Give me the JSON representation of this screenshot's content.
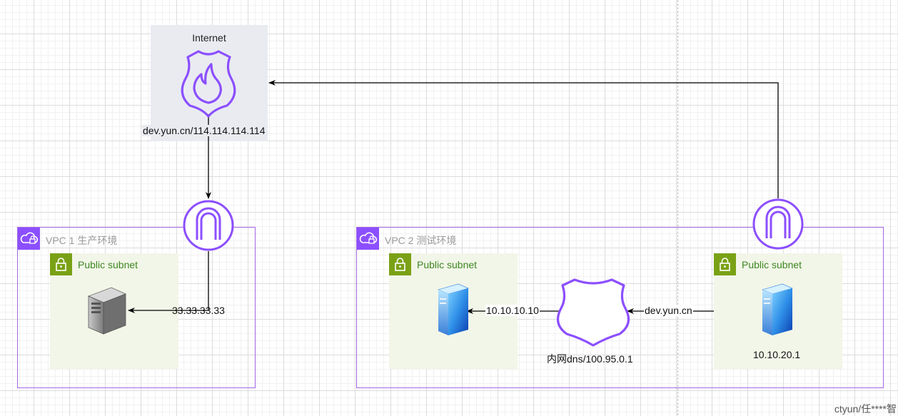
{
  "internet": {
    "title": "Internet",
    "address": "dev.yun.cn/114.114.114.114"
  },
  "vpc1": {
    "label": "VPC 1 生产环境",
    "subnet_label": "Public subnet",
    "ip_label": "33.33.33.33"
  },
  "vpc2": {
    "label": "VPC 2 测试环境",
    "subnet_left_label": "Public subnet",
    "subnet_right_label": "Public subnet",
    "left_ip_label": "10.10.10.10",
    "dns_query_label": "dev.yun.cn",
    "dns_label": "内网dns/100.95.0.1",
    "server_ip": "10.10.20.1"
  },
  "watermark": "ctyun/任****智",
  "colors": {
    "purple_outline": "#a566e6",
    "aws_purple": "#8c4fff",
    "subnet_green": "#7aa116",
    "subnet_fill": "#f2f6e8",
    "subnet_text": "#3f8624",
    "internet_fill": "#e9ebf1"
  },
  "icons": {
    "firewall": "shield-flame-icon",
    "gateway": "internet-gateway-icon",
    "dns": "shield-dns-icon",
    "server": "server-tower-icon",
    "vpc": "vpc-cloud-lock-icon",
    "subnet": "padlock-icon"
  }
}
